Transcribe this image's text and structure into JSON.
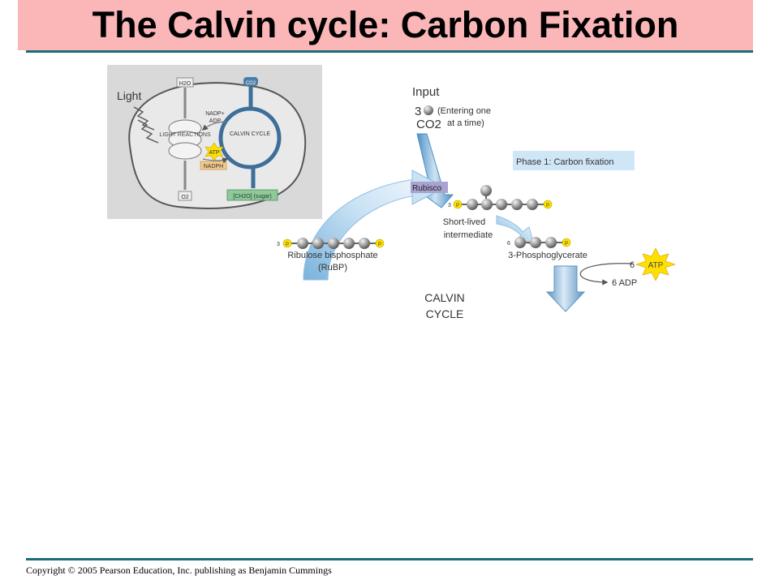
{
  "title": "The Calvin cycle: Carbon Fixation",
  "copyright": "Copyright © 2005 Pearson Education, Inc. publishing as Benjamin Cummings",
  "colors": {
    "title_band": "#fbb6b8",
    "rule": "#1b6b7b",
    "phase_box": "#cfe6f7",
    "rubisco_box": "#a9a3cf",
    "atp_star": "#ffe000",
    "arrow_blue": "#7aaed6"
  },
  "inset": {
    "light_label": "Light",
    "h2o": "H2O",
    "co2": "CO2",
    "o2": "O2",
    "nadp": "NADP+",
    "adp": "ADP",
    "light_reactions": "LIGHT REACTIONS",
    "calvin_cycle": "CALVIN CYCLE",
    "atp": "ATP",
    "nadph": "NADPH",
    "sugar": "[CH2O] (sugar)"
  },
  "input": {
    "heading": "Input",
    "count": "3",
    "molecule": "CO2",
    "note_line1": "(Entering one",
    "note_line2": "at a time)"
  },
  "phase_label": "Phase 1: Carbon fixation",
  "rubisco": "Rubisco",
  "intermediate": {
    "count": "3",
    "label_line1": "Short-lived",
    "label_line2": "intermediate",
    "p": "P"
  },
  "rubp": {
    "count": "3",
    "label_line1": "Ribulose bisphosphate",
    "label_line2": "(RuBP)",
    "p": "P"
  },
  "pga": {
    "count": "6",
    "label": "3-Phosphoglycerate",
    "p": "P"
  },
  "atp_input": {
    "count": "6",
    "label": "ATP"
  },
  "adp_output": "6 ADP",
  "cycle_label_line1": "CALVIN",
  "cycle_label_line2": "CYCLE"
}
